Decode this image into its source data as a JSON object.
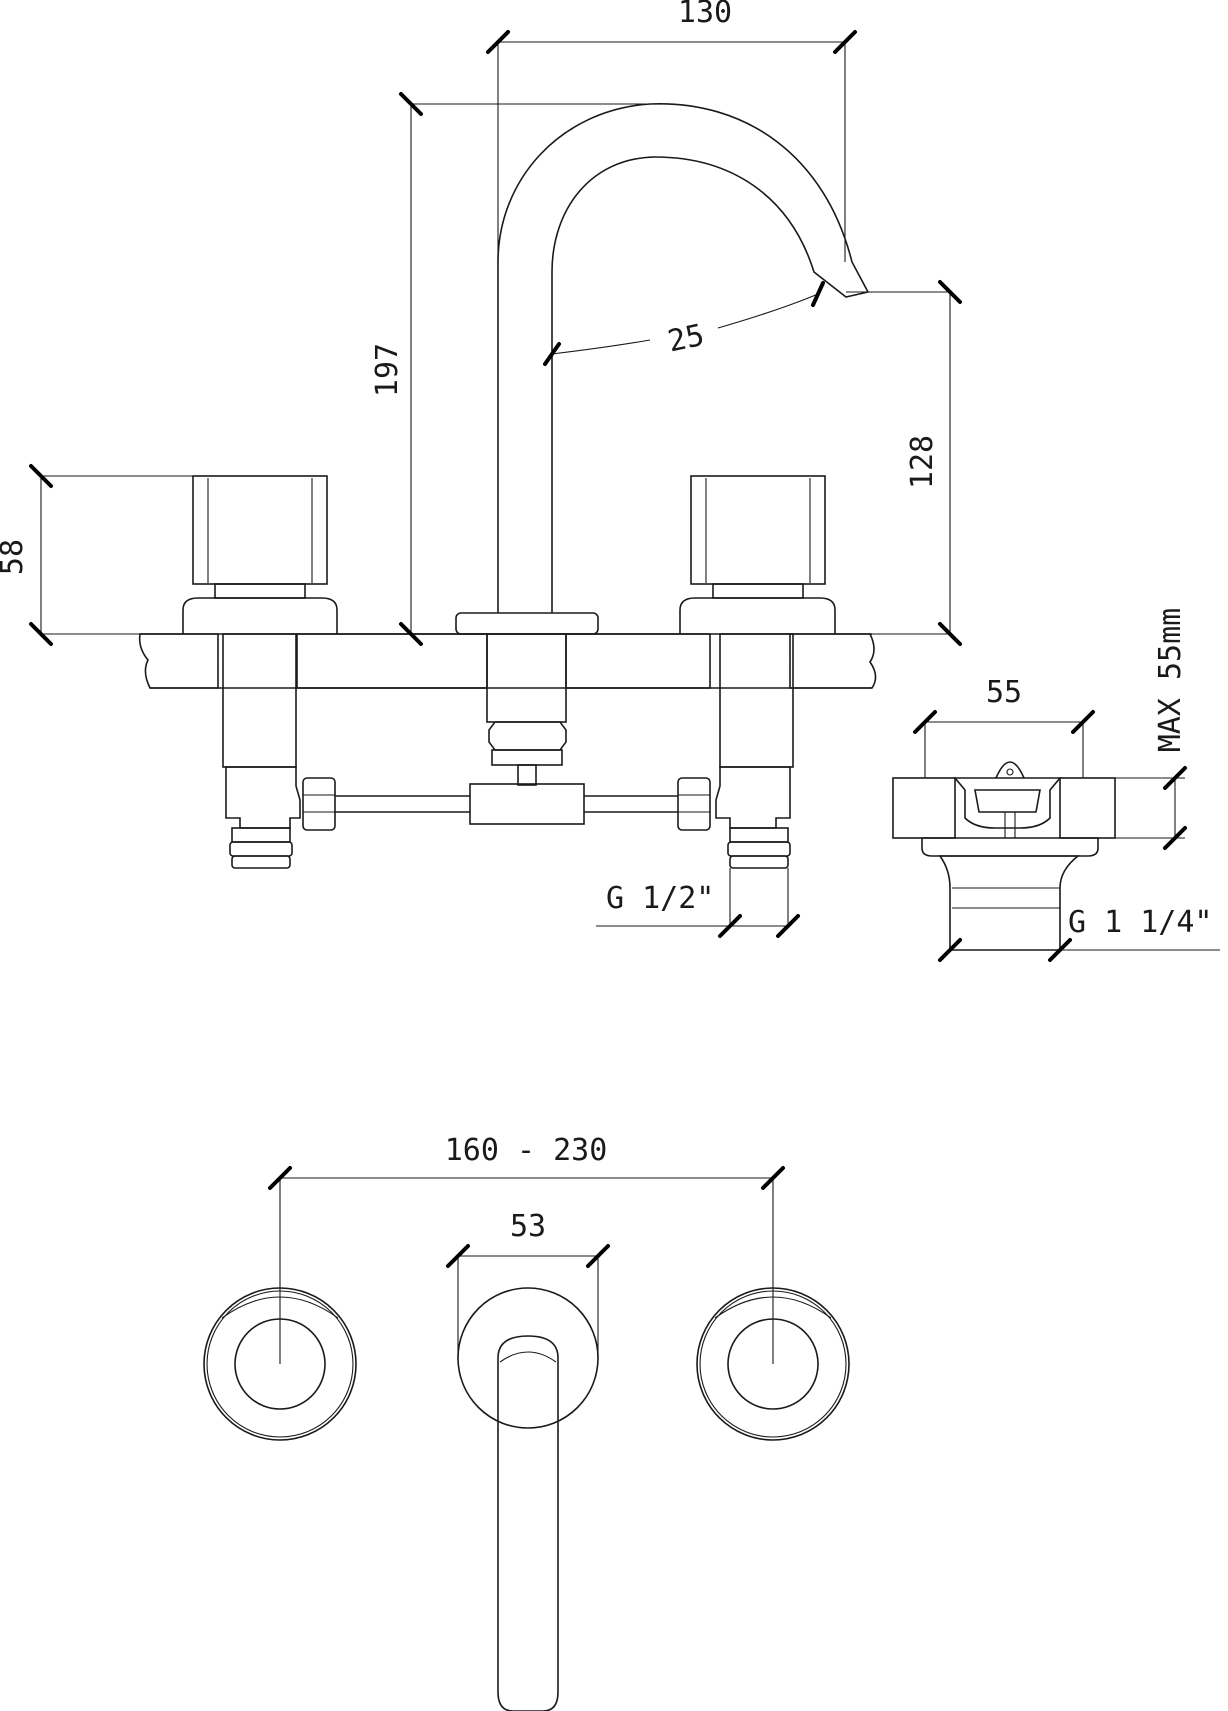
{
  "dimensions": {
    "spout_reach": "130",
    "total_height": "197",
    "spout_outlet_height": "128",
    "handle_height": "58",
    "spout_diameter": "25",
    "drain_width": "55",
    "max_thickness": "MAX 55mm",
    "inlet_thread": "G 1/2\"",
    "drain_thread": "G 1 1/4\"",
    "handle_spacing": "160 - 230",
    "spout_base_width": "53"
  },
  "colors": {
    "line": "#1a1a1a",
    "background": "#ffffff"
  }
}
